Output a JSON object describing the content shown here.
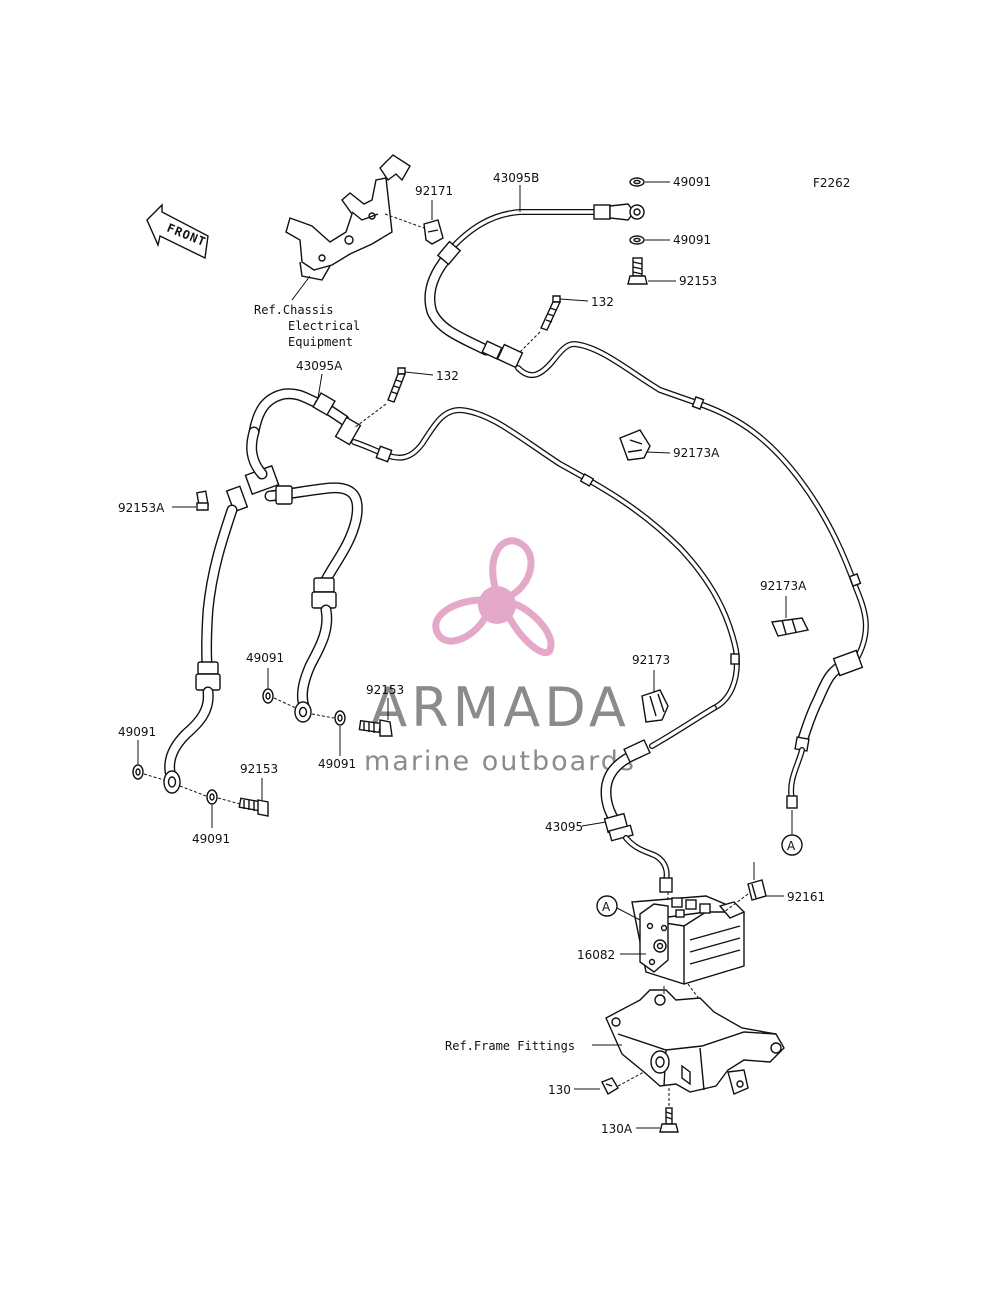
{
  "diagram_code": "F2262",
  "front_label": "FRONT",
  "ref_labels": {
    "chassis": [
      "Ref.Chassis",
      "Electrical",
      "Equipment"
    ],
    "frame": "Ref.Frame Fittings"
  },
  "callouts": {
    "hose_b": "43095B",
    "washer_top_a": "49091",
    "washer_top_b": "49091",
    "bolt_top": "92153",
    "clamp_top": "92171",
    "bolt_132_a": "132",
    "hose_a": "43095A",
    "bolt_132_b": "132",
    "clamp_a1": "92173A",
    "bleeder": "92153A",
    "clamp_a2": "92173A",
    "washer_mid_a": "49091",
    "bolt_mid": "92153",
    "washer_mid_b": "49091",
    "clamp_mid": "92173",
    "washer_left": "49091",
    "bolt_left": "92153",
    "washer_low": "49091",
    "hose_main": "43095",
    "joint_a_right": "A",
    "joint_a_left": "A",
    "bracket_plate": "92161",
    "abs_unit": "16082",
    "bolt_130": "130",
    "bolt_130a": "130A"
  },
  "watermark": {
    "brand": "ARMADA",
    "tagline": "marine outboards",
    "color_pink": "#e29fc3",
    "color_gray": "#8b8b8b"
  }
}
